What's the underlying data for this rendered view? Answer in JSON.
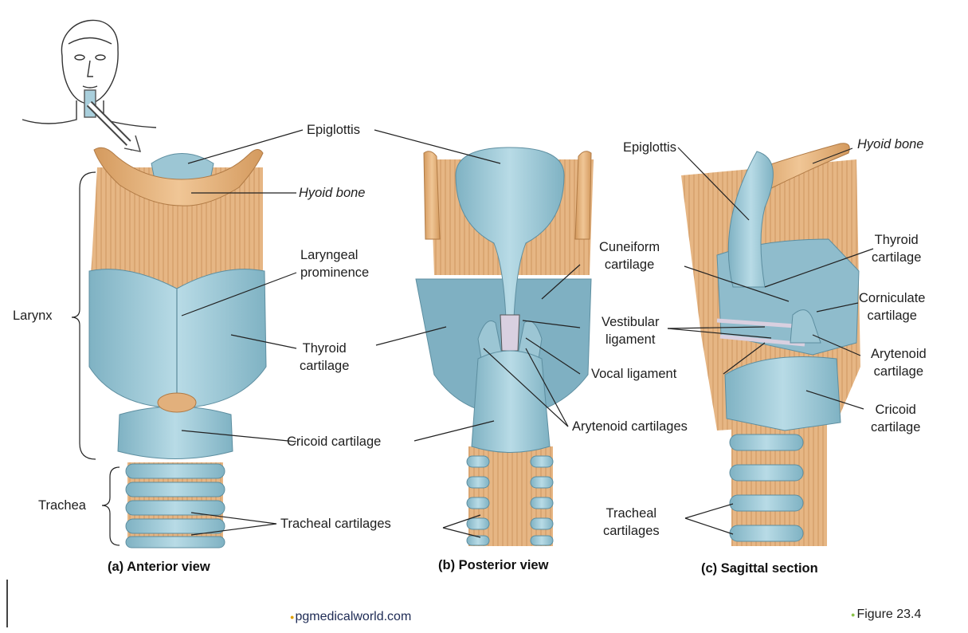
{
  "panels": [
    {
      "caption": "(a) Anterior view"
    },
    {
      "caption": "(b) Posterior view"
    },
    {
      "caption": "(c) Sagittal section"
    }
  ],
  "labels": {
    "a": {
      "epiglottis": "Epiglottis",
      "hyoid": "Hyoid bone",
      "laryngeal_prominence": "Laryngeal\nprominence",
      "larynx": "Larynx",
      "thyroid": "Thyroid\ncartilage",
      "cricoid": "Cricoid cartilage",
      "trachea": "Trachea",
      "tracheal": "Tracheal cartilages"
    },
    "b": {
      "cuneiform": "Cuneiform\ncartilage",
      "vestibular": "Vestibular\nligament",
      "vocal": "Vocal ligament",
      "arytenoid": "Arytenoid cartilages"
    },
    "c": {
      "epiglottis": "Epiglottis",
      "hyoid": "Hyoid bone",
      "thyroid": "Thyroid\ncartilage",
      "corniculate": "Corniculate\ncartilage",
      "arytenoid": "Arytenoid\ncartilage",
      "cricoid": "Cricoid\ncartilage",
      "tracheal": "Tracheal\ncartilages"
    }
  },
  "footer": {
    "site": "pgmedicalworld.com",
    "figure": "Figure 23.4"
  },
  "colors": {
    "cartilage": "#a9cfdc",
    "cartilage_dark": "#6f9fb0",
    "membrane": "#e2b07c",
    "membrane_dark": "#c9904f",
    "leader": "#222222"
  }
}
